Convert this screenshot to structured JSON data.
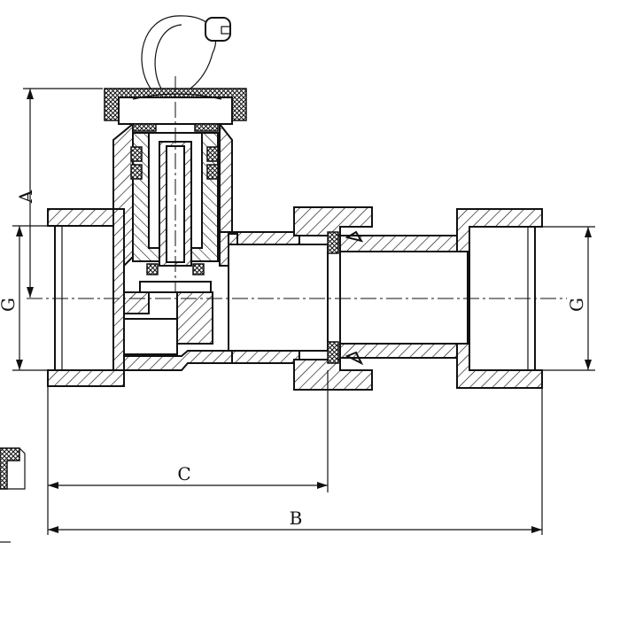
{
  "drawing": {
    "dimensions": {
      "a": "A",
      "b": "B",
      "c": "C",
      "g_left": "G",
      "g_right": "G"
    }
  }
}
